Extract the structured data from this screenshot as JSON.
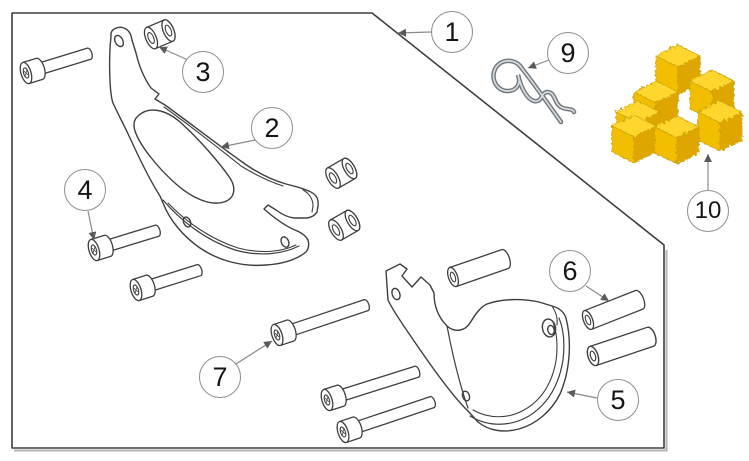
{
  "diagram": {
    "kind": "exploded-parts-diagram",
    "background_color": "#ffffff",
    "line_color": "#3e3e3e",
    "leader_color": "#8a8a8a",
    "callout_border_color": "#8f8f8f",
    "metal_wire_color": "#70777d",
    "metal_wire_highlight": "#d5dadd",
    "foam_colors": {
      "top": "#ffd62e",
      "left": "#f3bd05",
      "right": "#dfa602"
    }
  },
  "callouts": [
    {
      "number": "1",
      "part": "boundary-panel"
    },
    {
      "number": "2",
      "part": "left-guard-bracket"
    },
    {
      "number": "3",
      "part": "spacer-bushing"
    },
    {
      "number": "4",
      "part": "short-socket-bolt"
    },
    {
      "number": "5",
      "part": "cover-bracket"
    },
    {
      "number": "6",
      "part": "tube-spacer"
    },
    {
      "number": "7",
      "part": "long-socket-bolt"
    },
    {
      "number": "9",
      "part": "r-clip-pin"
    },
    {
      "number": "10",
      "part": "foam-block"
    }
  ]
}
